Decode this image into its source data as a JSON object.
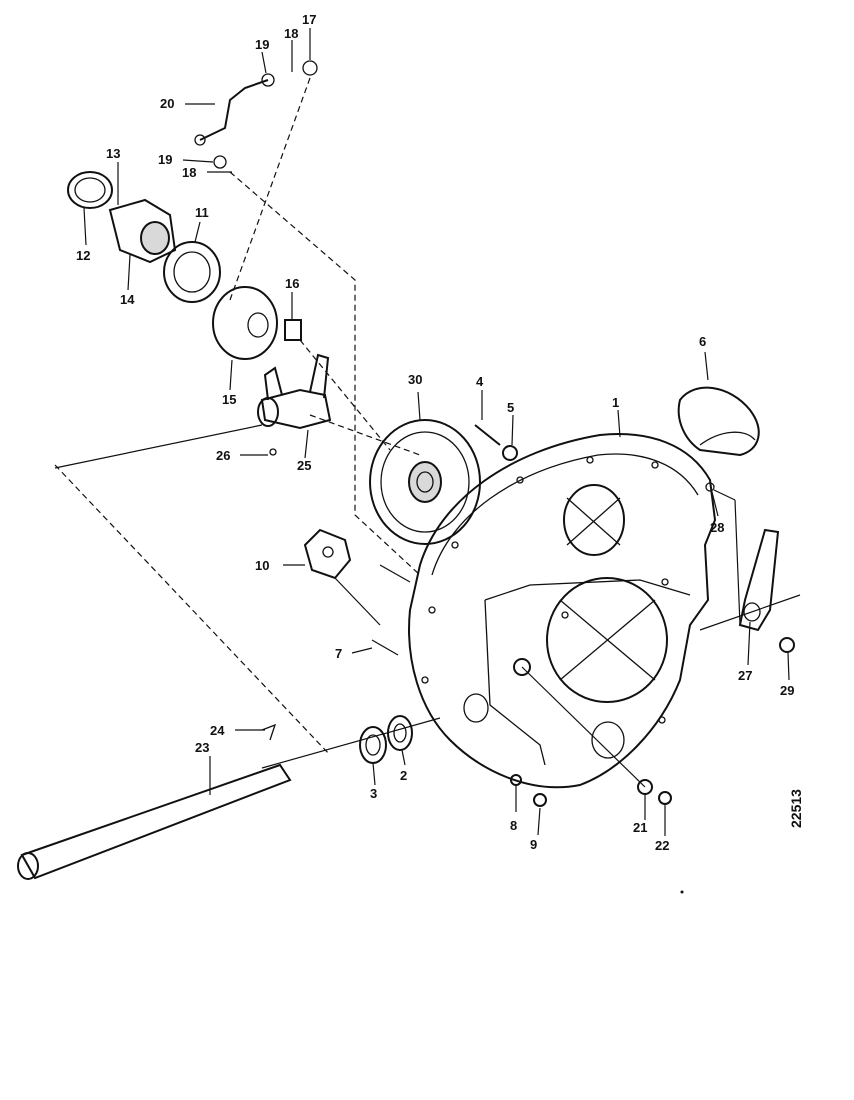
{
  "drawing_ref": "22513",
  "callouts": [
    {
      "id": "c1",
      "label": "1"
    },
    {
      "id": "c2",
      "label": "2"
    },
    {
      "id": "c3",
      "label": "3"
    },
    {
      "id": "c4",
      "label": "4"
    },
    {
      "id": "c5",
      "label": "5"
    },
    {
      "id": "c6",
      "label": "6"
    },
    {
      "id": "c7",
      "label": "7"
    },
    {
      "id": "c8",
      "label": "8"
    },
    {
      "id": "c9",
      "label": "9"
    },
    {
      "id": "c10",
      "label": "10"
    },
    {
      "id": "c11",
      "label": "11"
    },
    {
      "id": "c12",
      "label": "12"
    },
    {
      "id": "c13",
      "label": "13"
    },
    {
      "id": "c14",
      "label": "14"
    },
    {
      "id": "c15",
      "label": "15"
    },
    {
      "id": "c16",
      "label": "16"
    },
    {
      "id": "c17",
      "label": "17"
    },
    {
      "id": "c18a",
      "label": "18"
    },
    {
      "id": "c18b",
      "label": "18"
    },
    {
      "id": "c19a",
      "label": "19"
    },
    {
      "id": "c19b",
      "label": "19"
    },
    {
      "id": "c20",
      "label": "20"
    },
    {
      "id": "c21",
      "label": "21"
    },
    {
      "id": "c22",
      "label": "22"
    },
    {
      "id": "c23",
      "label": "23"
    },
    {
      "id": "c24",
      "label": "24"
    },
    {
      "id": "c25",
      "label": "25"
    },
    {
      "id": "c26",
      "label": "26"
    },
    {
      "id": "c27",
      "label": "27"
    },
    {
      "id": "c28",
      "label": "28"
    },
    {
      "id": "c29",
      "label": "29"
    },
    {
      "id": "c30",
      "label": "30"
    }
  ]
}
